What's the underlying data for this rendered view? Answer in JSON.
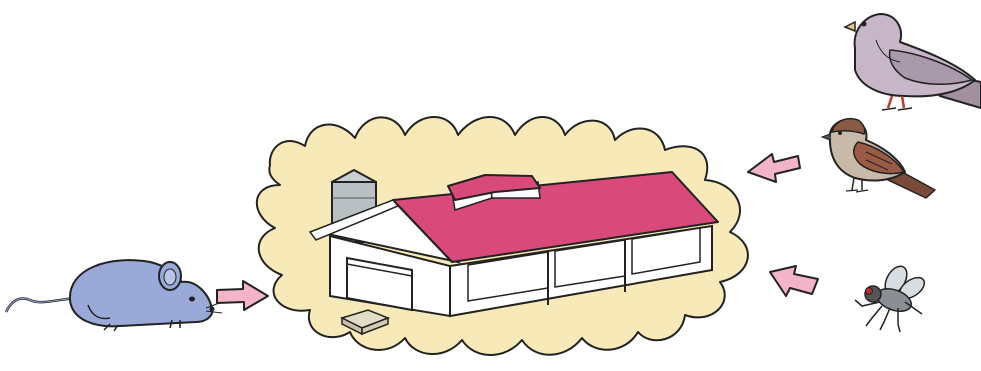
{
  "colors": {
    "background": "#ffffff",
    "burst_fill": "#f8eab8",
    "roof": "#d9497a",
    "roof_dark": "#b83563",
    "wall": "#ffffff",
    "silo": "#b9c0c4",
    "mouse": "#9aaad8",
    "pigeon": "#c6b6c8",
    "sparrow": "#9a5a43",
    "fly": "#8a8f96",
    "arrow_fill": "#f3b4c8",
    "outline": "#222222"
  },
  "elements": {
    "barn": "poultry-house",
    "threats": [
      "mouse",
      "pigeon",
      "sparrow",
      "fly"
    ]
  }
}
